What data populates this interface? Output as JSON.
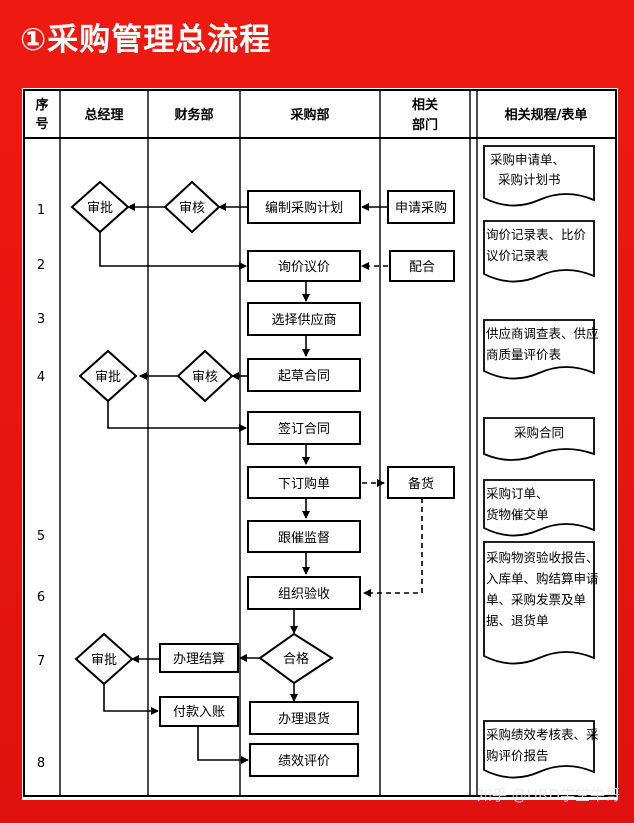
{
  "title": "①采购管理总流程",
  "watermark": "知乎 @HRD学堂牛哥",
  "headers": {
    "seq": [
      "序",
      "号"
    ],
    "gm": "总经理",
    "finance": "财务部",
    "purchasing": "采购部",
    "related": [
      "相关",
      "部门"
    ],
    "docs": "相关规程/表单"
  },
  "rows": [
    "1",
    "2",
    "3",
    "4",
    "5",
    "6",
    "7",
    "8"
  ],
  "nodes": {
    "n_apply": "申请采购",
    "n_plan": "编制采购计划",
    "n_fin_review1": "审核",
    "n_gm_approve1": "审批",
    "n_inquiry": "询价议价",
    "n_cooperate": "配合",
    "n_select": "选择供应商",
    "n_draft": "起草合同",
    "n_fin_review2": "审核",
    "n_gm_approve2": "审批",
    "n_sign": "签订合同",
    "n_order": "下订购单",
    "n_stock": "备货",
    "n_follow": "跟催监督",
    "n_accept": "组织验收",
    "n_qualified": "合格",
    "n_settle": "办理结算",
    "n_gm_approve3": "审批",
    "n_pay": "付款入账",
    "n_return": "办理退货",
    "n_evaluate": "绩效评价"
  },
  "docs": {
    "d1": [
      "采购申请单、",
      "采购计划书"
    ],
    "d2": [
      "询价记录表、比价",
      "议价记录表"
    ],
    "d3": [
      "供应商调查表、供应",
      "商质量评价表"
    ],
    "d4": [
      "采购合同"
    ],
    "d5": [
      "采购订单、",
      "货物催交单"
    ],
    "d6": [
      "采购物资验收报告、",
      "入库单、购结算申请",
      "单、采购发票及单",
      "据、退货单"
    ],
    "d7": [
      "采购绩效考核表、采",
      "购评价报告"
    ]
  }
}
